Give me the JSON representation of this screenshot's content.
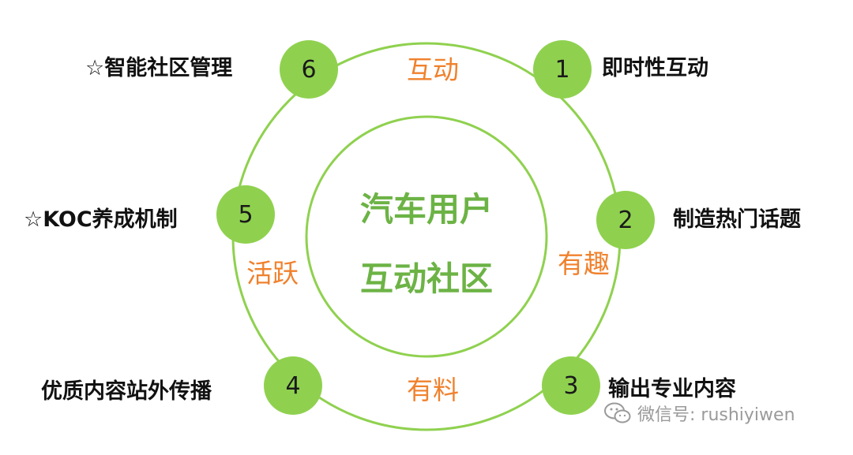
{
  "center": {
    "line1": "汽车用户",
    "line2": "互动社区"
  },
  "ring_labels": {
    "top": "互动",
    "right": "有趣",
    "bottom": "有料",
    "left": "活跃"
  },
  "nodes": [
    {
      "num": "1",
      "label": "即时性互动"
    },
    {
      "num": "2",
      "label": "制造热门话题"
    },
    {
      "num": "3",
      "label": "输出专业内容"
    },
    {
      "num": "4",
      "label": "优质内容站外传播"
    },
    {
      "num": "5",
      "label": "☆KOC养成机制"
    },
    {
      "num": "6",
      "label": "☆智能社区管理"
    }
  ],
  "watermark": "微信号: rushiyiwen",
  "colors": {
    "ring": "#8fd14f",
    "node": "#8fd14f",
    "center_text": "#6cb345",
    "accent": "#f0812d"
  }
}
